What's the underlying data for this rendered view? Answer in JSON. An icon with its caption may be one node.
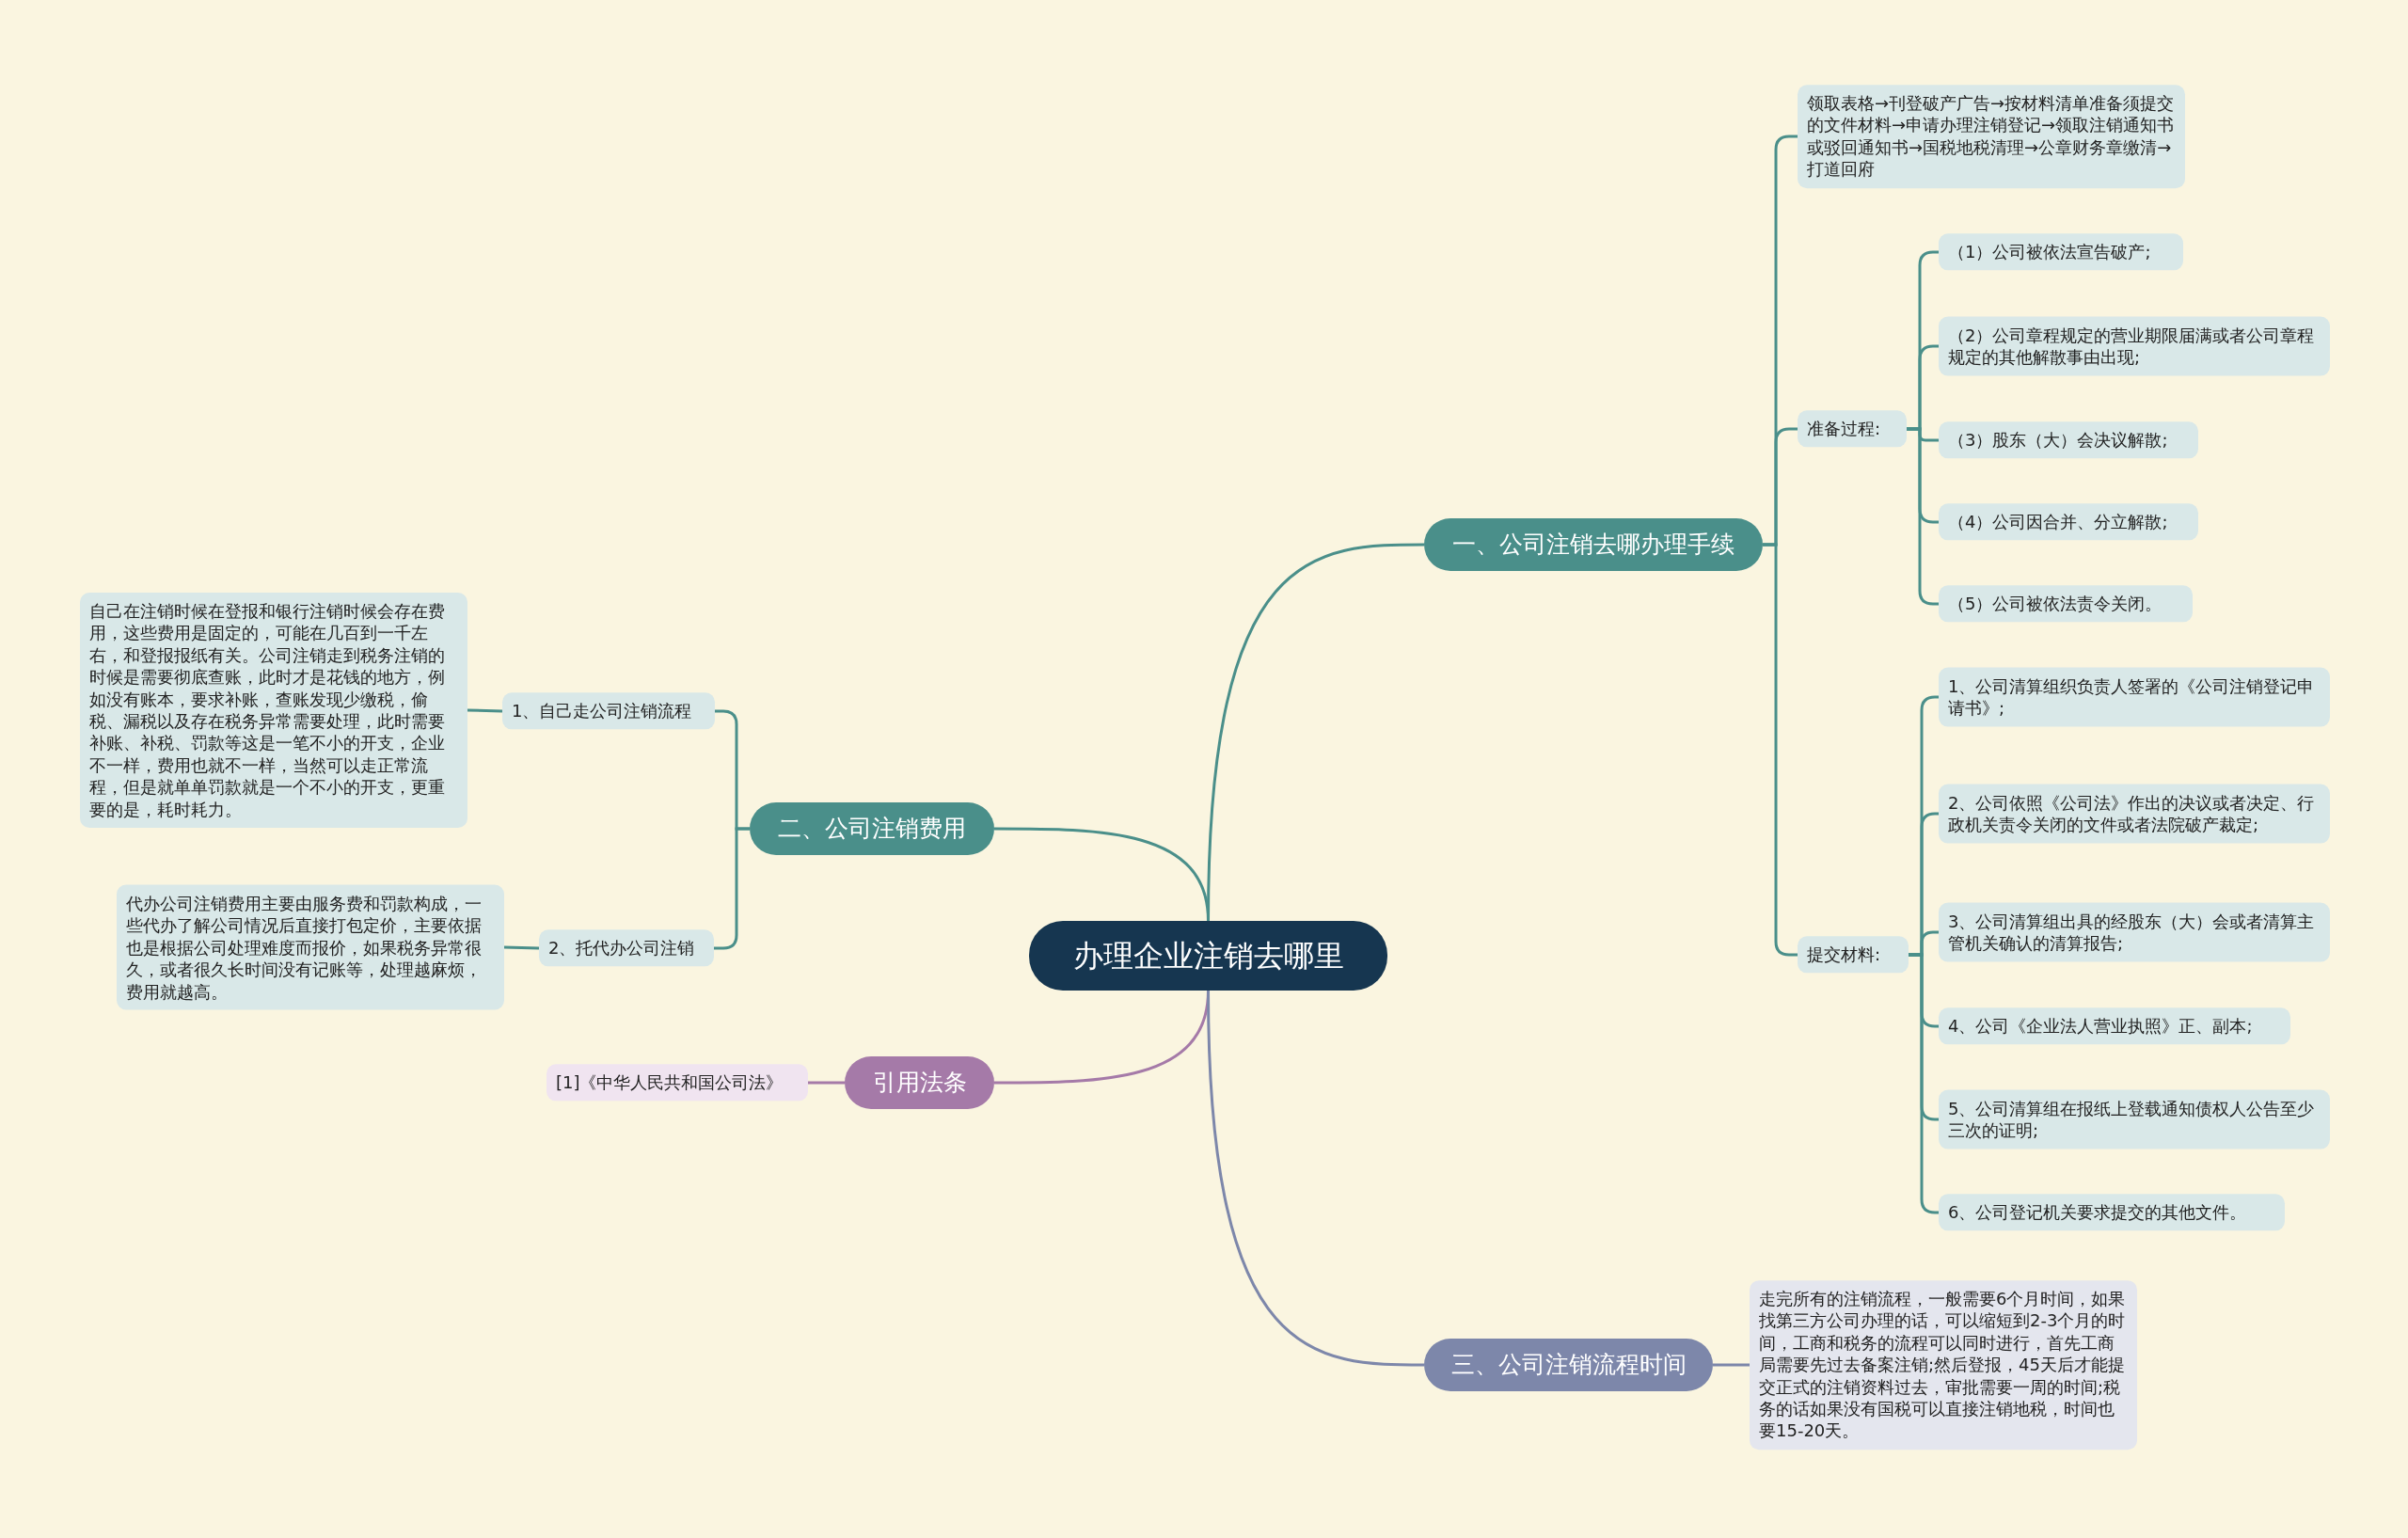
{
  "diagram": {
    "nodes": [
      {
        "text": [
          "办理企业注销去哪里"
        ]
      },
      {
        "text": [
          "一、公司注销去哪办理手续"
        ]
      },
      {
        "text": [
          "领取表格→刊登破产广告→按材料清单准备须提交的文件材料→申请办理注销登记→领取注销通知书或驳回通知书→国税地税清理→公章财务章缴清→打道回府"
        ]
      },
      {
        "text": [
          "准备过程:"
        ]
      },
      {
        "text": [
          "（1）公司被依法宣告破产;"
        ]
      },
      {
        "text": [
          "（2）公司章程规定的营业期限届满或者公司章程规定的其他解散事由出现;"
        ]
      },
      {
        "text": [
          "（3）股东（大）会决议解散;"
        ]
      },
      {
        "text": [
          "（4）公司因合并、分立解散;"
        ]
      },
      {
        "text": [
          "（5）公司被依法责令关闭。"
        ]
      },
      {
        "text": [
          "提交材料:"
        ]
      },
      {
        "text": [
          "1、公司清算组织负责人签署的《公司注销登记申请书》;"
        ]
      },
      {
        "text": [
          "2、公司依照《公司法》作出的决议或者决定、行政机关责令关闭的文件或者法院破产裁定;"
        ]
      },
      {
        "text": [
          "3、公司清算组出具的经股东（大）会或者清算主管机关确认的清算报告;"
        ]
      },
      {
        "text": [
          "4、公司《企业法人营业执照》正、副本;"
        ]
      },
      {
        "text": [
          "5、公司清算组在报纸上登载通知债权人公告至少三次的证明;"
        ]
      },
      {
        "text": [
          "6、公司登记机关要求提交的其他文件。"
        ]
      },
      {
        "text": [
          "二、公司注销费用"
        ]
      },
      {
        "text": [
          "1、自己走公司注销流程"
        ]
      },
      {
        "text": [
          "自己在注销时候在登报和银行注销时候会存在费用，这些费用是固定的，可能在几百到一千左右，和登报报纸有关。公司注销走到税务注销的时候是需要彻底查账，此时才是花钱的地方，例如没有账本，要求补账，查账发现少缴税，偷税、漏税以及存在税务异常需要处理，此时需要补账、补税、罚款等这是一笔不小的开支，企业不一样，费用也就不一样，当然可以走正常流程，但是就单单罚款就是一个不小的开支，更重要的是，耗时耗力。"
        ]
      },
      {
        "text": [
          "2、托代办公司注销"
        ]
      },
      {
        "text": [
          "代办公司注销费用主要由服务费和罚款构成，一些代办了解公司情况后直接打包定价，主要依据也是根据公司处理难度而报价，如果税务异常很久，或者很久长时间没有记账等，处理越麻烦，费用就越高。"
        ]
      },
      {
        "text": [
          "引用法条"
        ]
      },
      {
        "text": [
          "[1]《中华人民共和国公司法》"
        ]
      },
      {
        "text": [
          "三、公司注销流程时间"
        ]
      },
      {
        "text": [
          "走完所有的注销流程，一般需要6个月时间，如果找第三方公司办理的话，可以缩短到2-3个月的时间，工商和税务的流程可以同时进行，首先工商局需要先过去备案注销;然后登报，45天后才能提交正式的注销资料过去，审批需要一周的时间;税务的话如果没有国税可以直接注销地税，时间也要15-20天。"
        ]
      }
    ],
    "edges": [
      {
        "from": 0,
        "to": 1,
        "arrow": "none"
      },
      {
        "from": 1,
        "to": 2,
        "arrow": "none"
      },
      {
        "from": 1,
        "to": 3,
        "arrow": "none"
      },
      {
        "from": 3,
        "to": 4,
        "arrow": "none"
      },
      {
        "from": 3,
        "to": 5,
        "arrow": "none"
      },
      {
        "from": 3,
        "to": 6,
        "arrow": "none"
      },
      {
        "from": 3,
        "to": 7,
        "arrow": "none"
      },
      {
        "from": 3,
        "to": 8,
        "arrow": "none"
      },
      {
        "from": 1,
        "to": 9,
        "arrow": "none"
      },
      {
        "from": 9,
        "to": 10,
        "arrow": "none"
      },
      {
        "from": 9,
        "to": 11,
        "arrow": "none"
      },
      {
        "from": 9,
        "to": 12,
        "arrow": "none"
      },
      {
        "from": 9,
        "to": 13,
        "arrow": "none"
      },
      {
        "from": 9,
        "to": 14,
        "arrow": "none"
      },
      {
        "from": 9,
        "to": 15,
        "arrow": "none"
      },
      {
        "from": 0,
        "to": 16,
        "arrow": "none"
      },
      {
        "from": 16,
        "to": 17,
        "arrow": "none"
      },
      {
        "from": 17,
        "to": 18,
        "arrow": "none"
      },
      {
        "from": 16,
        "to": 19,
        "arrow": "none"
      },
      {
        "from": 19,
        "to": 20,
        "arrow": "none"
      },
      {
        "from": 0,
        "to": 21,
        "arrow": "none",
        "color": "#a57aa8"
      },
      {
        "from": 21,
        "to": 22,
        "arrow": "none",
        "color": "#a57aa8"
      },
      {
        "from": 0,
        "to": 23,
        "arrow": "none",
        "color": "#7d87aa"
      },
      {
        "from": 23,
        "to": 24,
        "arrow": "none",
        "color": "#7d87aa"
      }
    ]
  }
}
